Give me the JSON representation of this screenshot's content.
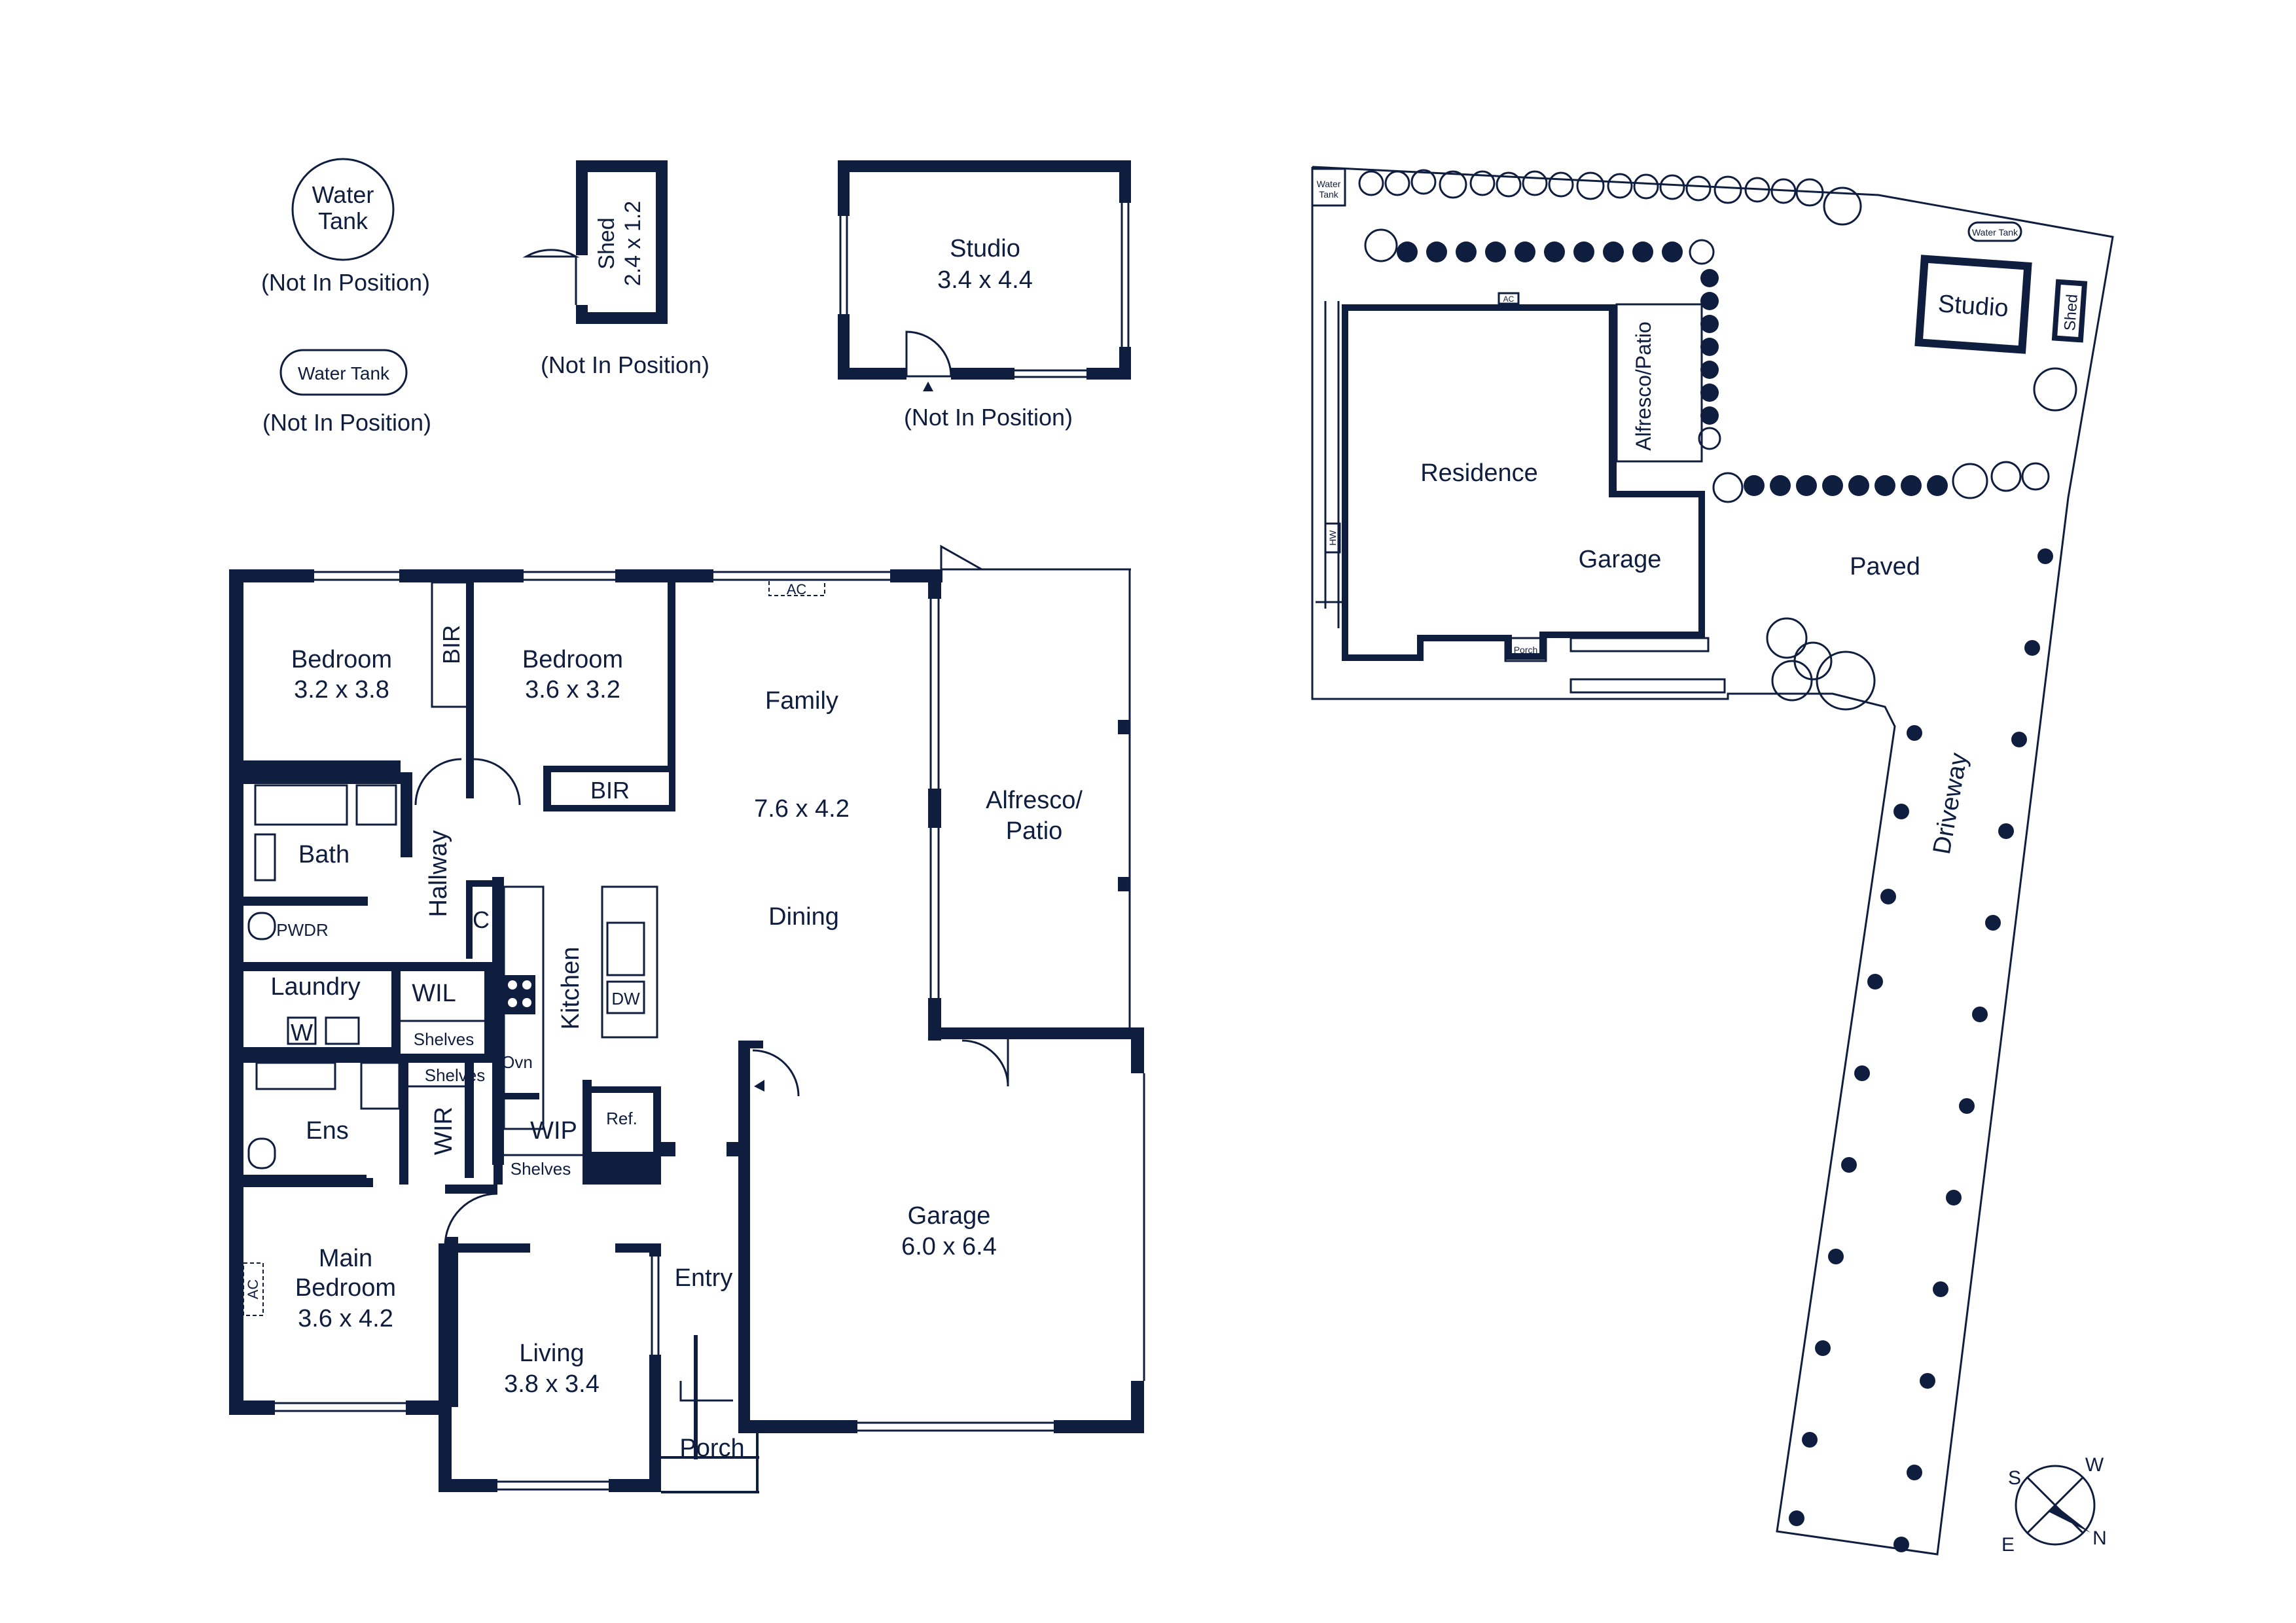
{
  "colors": {
    "ink": "#0f1e3e",
    "background": "#ffffff"
  },
  "legend": {
    "water_tank_round": "Water\nTank",
    "water_tank_round_l1": "Water",
    "water_tank_round_l2": "Tank",
    "water_tank_round_note": "(Not In Position)",
    "water_tank_oval": "Water Tank",
    "water_tank_oval_note": "(Not In Position)",
    "shed_name": "Shed",
    "shed_dims": "2.4 x 1.2",
    "shed_note": "(Not In Position)",
    "studio_name": "Studio",
    "studio_dims": "3.4 x 4.4",
    "studio_note": "(Not In Position)"
  },
  "rooms": {
    "bedroom2_name": "Bedroom",
    "bedroom2_dims": "3.2 x 3.8",
    "bir1": "BIR",
    "bedroom3_name": "Bedroom",
    "bedroom3_dims": "3.6 x 3.2",
    "bir2": "BIR",
    "family": "Family",
    "family_dims": "7.6 x 4.2",
    "dining": "Dining",
    "ac1": "AC",
    "alfresco": "Alfresco/",
    "alfresco2": "Patio",
    "bath": "Bath",
    "hallway": "Hallway",
    "pwdr": "PWDR",
    "c": "C",
    "laundry": "Laundry",
    "w": "W",
    "wil": "WIL",
    "wil_shelves": "Shelves",
    "kitchen": "Kitchen",
    "dw": "DW",
    "ovn": "Ovn",
    "ens": "Ens",
    "wir": "WIR",
    "wir_shelves": "Shelves",
    "wip": "WIP",
    "wip_shelves": "Shelves",
    "ref": "Ref.",
    "main_bedroom_1": "Main",
    "main_bedroom_2": "Bedroom",
    "main_bedroom_dims": "3.6 x 4.2",
    "ac2": "AC",
    "entry": "Entry",
    "living": "Living",
    "living_dims": "3.8 x 3.4",
    "porch": "Porch",
    "garage": "Garage",
    "garage_dims": "6.0 x 6.4"
  },
  "site": {
    "water_tank_l1": "Water",
    "water_tank_l2": "Tank",
    "water_tank2": "Water Tank",
    "studio": "Studio",
    "shed": "Shed",
    "alfresco": "Alfresco/Patio",
    "ac": "AC",
    "residence": "Residence",
    "garage": "Garage",
    "hw": "HW",
    "porch": "Porch",
    "paved": "Paved",
    "driveway": "Driveway"
  },
  "compass": {
    "s": "S",
    "w": "W",
    "e": "E",
    "n": "N"
  }
}
